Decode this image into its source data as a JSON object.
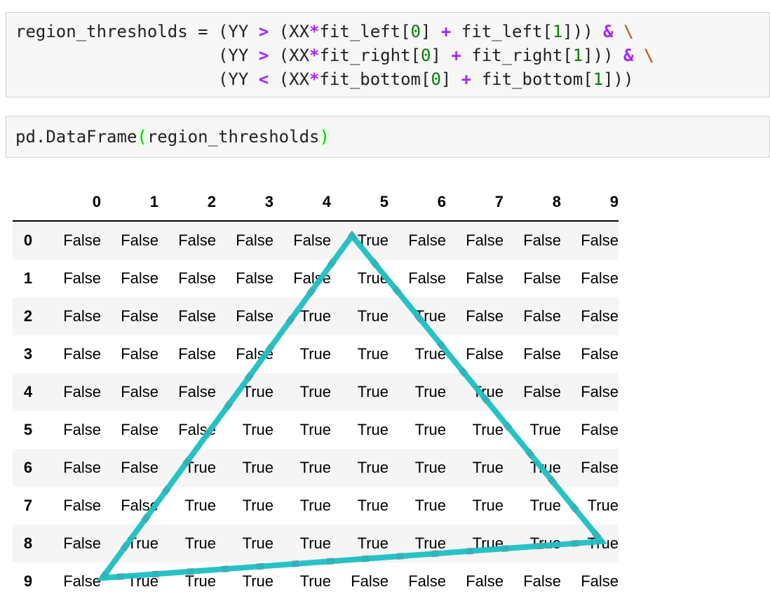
{
  "code_cells": [
    {
      "lines": [
        "region_thresholds = (YY > (XX*fit_left[0] + fit_left[1])) & \\",
        "                    (YY > (XX*fit_right[0] + fit_right[1])) & \\",
        "                    (YY < (XX*fit_bottom[0] + fit_bottom[1]))"
      ]
    },
    {
      "lines": [
        "pd.DataFrame(region_thresholds)"
      ]
    }
  ],
  "dataframe": {
    "columns": [
      "0",
      "1",
      "2",
      "3",
      "4",
      "5",
      "6",
      "7",
      "8",
      "9"
    ],
    "index": [
      "0",
      "1",
      "2",
      "3",
      "4",
      "5",
      "6",
      "7",
      "8",
      "9"
    ],
    "rows": [
      [
        "False",
        "False",
        "False",
        "False",
        "False",
        "True",
        "False",
        "False",
        "False",
        "False"
      ],
      [
        "False",
        "False",
        "False",
        "False",
        "False",
        "True",
        "False",
        "False",
        "False",
        "False"
      ],
      [
        "False",
        "False",
        "False",
        "False",
        "True",
        "True",
        "True",
        "False",
        "False",
        "False"
      ],
      [
        "False",
        "False",
        "False",
        "False",
        "True",
        "True",
        "True",
        "False",
        "False",
        "False"
      ],
      [
        "False",
        "False",
        "False",
        "True",
        "True",
        "True",
        "True",
        "True",
        "False",
        "False"
      ],
      [
        "False",
        "False",
        "False",
        "True",
        "True",
        "True",
        "True",
        "True",
        "True",
        "False"
      ],
      [
        "False",
        "False",
        "True",
        "True",
        "True",
        "True",
        "True",
        "True",
        "True",
        "False"
      ],
      [
        "False",
        "False",
        "True",
        "True",
        "True",
        "True",
        "True",
        "True",
        "True",
        "True"
      ],
      [
        "False",
        "True",
        "True",
        "True",
        "True",
        "True",
        "True",
        "True",
        "True",
        "True"
      ],
      [
        "False",
        "True",
        "True",
        "True",
        "True",
        "False",
        "False",
        "False",
        "False",
        "False"
      ]
    ]
  },
  "annotation": {
    "stroke_color": "#1bbfc2",
    "dash_color": "#d9577a"
  }
}
